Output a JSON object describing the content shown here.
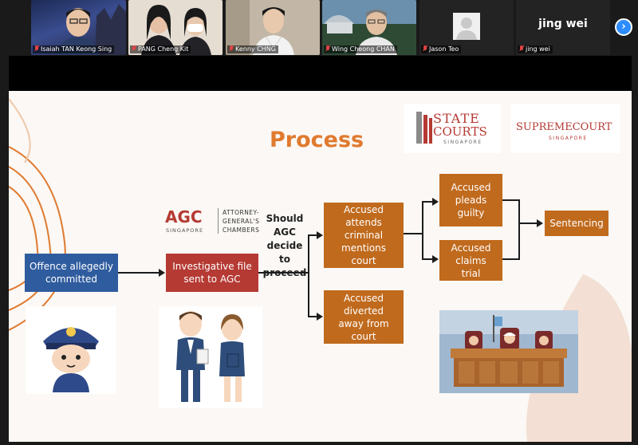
{
  "participants": [
    {
      "name": "Isaiah TAN Keong Sing",
      "video": true
    },
    {
      "name": "PANG Cheng Kit",
      "video": true
    },
    {
      "name": "Kenny CHNG",
      "video": true
    },
    {
      "name": "Wing Cheong CHAN",
      "video": true
    },
    {
      "name": "Jason Teo",
      "video": false
    },
    {
      "name": "jing wei",
      "video": false,
      "display_name": "jing wei"
    }
  ],
  "slide": {
    "title": "Process",
    "logos": {
      "agc_abbr": "AGC",
      "agc_country": "SINGAPORE",
      "agc_line1": "ATTORNEY-",
      "agc_line2": "GENERAL'S",
      "agc_line3": "CHAMBERS",
      "state_line1": "STATE",
      "state_line2": "COURTS",
      "state_country": "SINGAPORE",
      "supreme_name": "SUPREMECOURT",
      "supreme_country": "SINGAPORE"
    },
    "boxes": {
      "offence": "Offence allegedly committed",
      "investigative": "Investigative file sent to AGC",
      "decision": "Should AGC decide to proceed",
      "mentions": "Accused attends criminal mentions court",
      "diverted": "Accused diverted away from court",
      "pleads": "Accused pleads guilty",
      "claims": "Accused claims trial",
      "sentencing": "Sentencing"
    },
    "colors": {
      "blue": "#2f5c9e",
      "red": "#b53a33",
      "orange": "#c06a1d",
      "title": "#e07a2f"
    }
  }
}
